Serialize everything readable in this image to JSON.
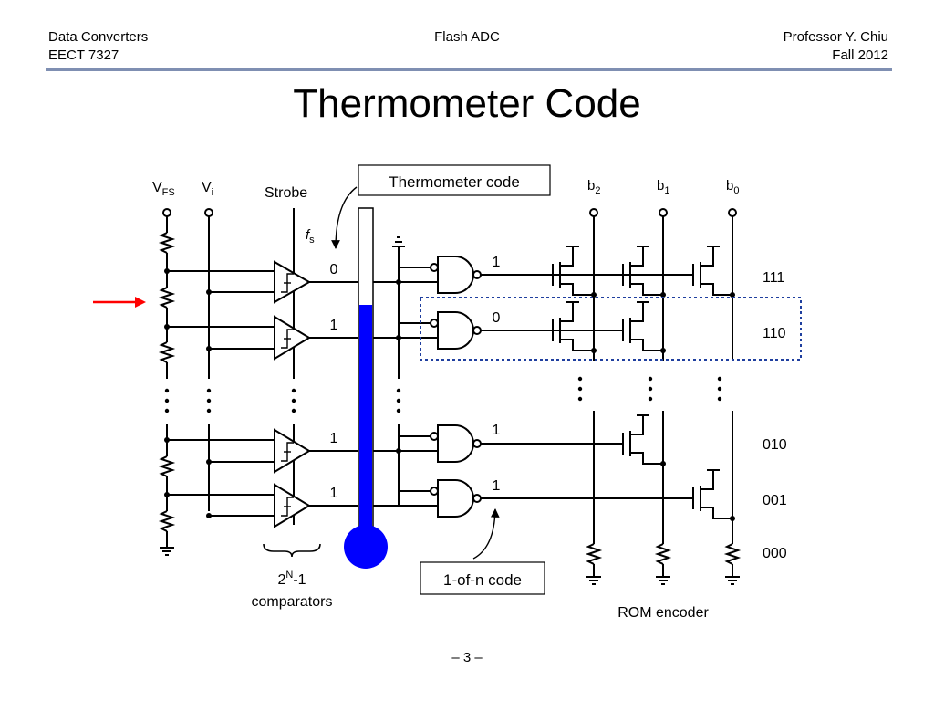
{
  "header": {
    "course": "Data Converters",
    "code": "EECT 7327",
    "topic": "Flash ADC",
    "professor": "Professor Y. Chiu",
    "term": "Fall 2012"
  },
  "title": "Thermometer Code",
  "footer": {
    "page": "– 3 –"
  },
  "diagram": {
    "vfs_main": "V",
    "vfs_sub": "FS",
    "vi_main": "V",
    "vi_sub": "i",
    "strobe": "Strobe",
    "fs_main": "f",
    "fs_sub": "s",
    "thermo_label": "Thermometer code",
    "onehot_label": "1-of-n code",
    "comparators_main": "2",
    "comparators_sup": "N",
    "comparators_tail": "-1",
    "comparators_word": "comparators",
    "rom_label": "ROM encoder",
    "bits": [
      {
        "main": "b",
        "sub": "2"
      },
      {
        "main": "b",
        "sub": "1"
      },
      {
        "main": "b",
        "sub": "0"
      }
    ],
    "comparator_outputs": [
      "0",
      "1",
      "1",
      "1"
    ],
    "gate_outputs": [
      "1",
      "0",
      "1",
      "1"
    ],
    "codes": [
      "111",
      "110",
      "010",
      "001",
      "000"
    ]
  },
  "colors": {
    "thermo_fill": "#0000ff",
    "arrow": "#ff0000",
    "highlight_box": "#1f3f9f",
    "header_rule": "#7f8fb2"
  }
}
